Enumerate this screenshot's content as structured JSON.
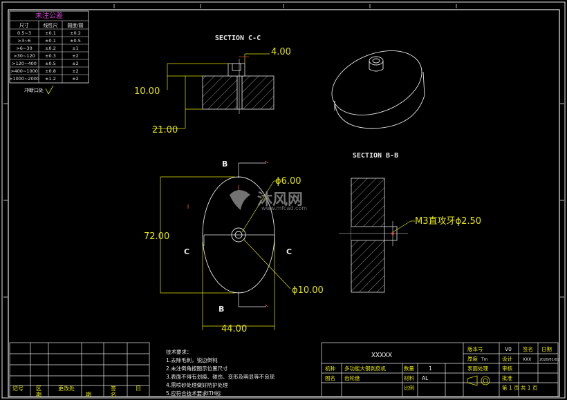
{
  "sections": {
    "c_c_title": "SECTION C-C",
    "b_b_title": "SECTION B-B"
  },
  "dimensions": {
    "d_4": "4.00",
    "d_10": "10.00",
    "d_21": "21.00",
    "d_phi6": "ϕ6.00",
    "d_72": "72.00",
    "d_phi10": "ϕ10.00",
    "d_44": "44.00",
    "thread": "M3直攻牙ϕ2.50"
  },
  "view_labels": {
    "b_top": "B",
    "b_bottom": "B",
    "c_left": "C",
    "c_right": "C"
  },
  "tolerance_table": {
    "title": "未注公差",
    "headers": [
      "尺寸",
      "线性尺",
      "圆度/圆"
    ],
    "rows": [
      [
        "0.5~3",
        "±0.1",
        "±0.2"
      ],
      [
        ">3~6",
        "±0.1",
        "±0.5"
      ],
      [
        ">6~30",
        "±0.2",
        "±1"
      ],
      [
        ">30~120",
        "±0.3",
        "±2"
      ],
      [
        ">120~400",
        "±0.5",
        "±2"
      ],
      [
        ">400~1000",
        "±0.8",
        "±2"
      ],
      [
        ">1000~2000",
        "±1.2",
        "±2"
      ]
    ],
    "roughness_label": "冲断口处"
  },
  "tech_requirements": {
    "title": "技术要求：",
    "lines": [
      "1.去除毛刺，锐边倒钝",
      "2.未注倒角按图示位置尺寸",
      "3.表面不得有划痕、碰伤、变形及明显等不良现",
      "4.需喷砂处理做好防护处理",
      "5.应符合技术要求ITH标"
    ]
  },
  "revision_block": {
    "labels": [
      "记号",
      "区",
      "更改处",
      "签",
      "日",
      "期",
      "期",
      "名"
    ]
  },
  "title_block": {
    "company": "XXXXX",
    "version_label": "版本号",
    "version_value": "V0",
    "sign_label": "签名",
    "date_label": "日期",
    "thickness_label": "厚度",
    "thickness_value": "Tm",
    "design_label": "设计",
    "design_value": "XXX",
    "date_value": "2020/01/01",
    "product_label": "机种",
    "product_value": "多功能大钢剥皮机",
    "qty_label": "数量",
    "qty_value": "1",
    "part_label": "图名",
    "part_value": "齿轮盘",
    "material_label": "材料",
    "material_value": "AL",
    "check_label": "审核",
    "approve_label": "批准",
    "scale_label": "比例",
    "surface_label": "表面处理",
    "page_text": "第 1 页  共 1 页"
  },
  "watermark": {
    "cn": "沐风网",
    "url": "www.mfcad.com"
  },
  "colors": {
    "background": "#000000",
    "line_white": "#e8e8e8",
    "dimension_yellow": "#e6e600",
    "center_red": "#d94a3a",
    "table_magenta": "#d040d0",
    "watermark": "#9a9a9a"
  }
}
